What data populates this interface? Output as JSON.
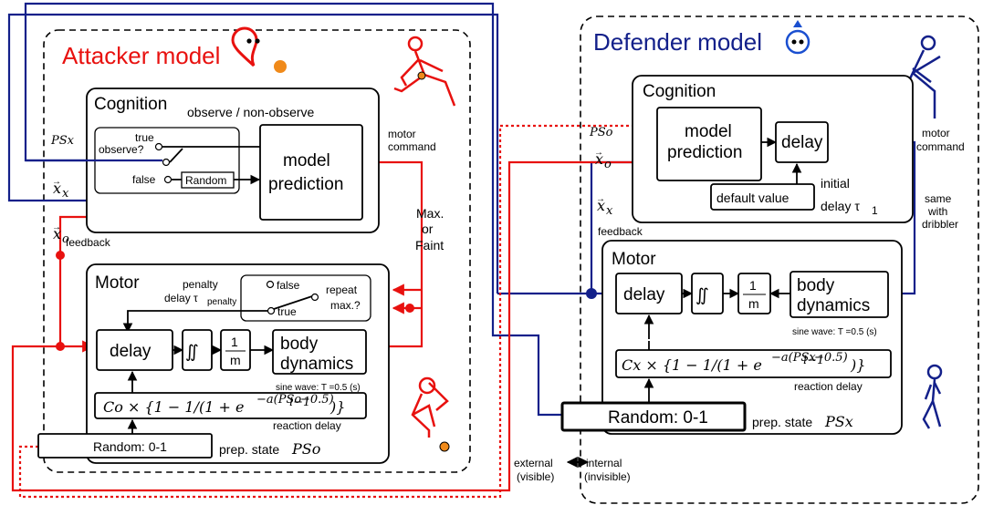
{
  "attacker": {
    "title": "Attacker model",
    "cognition_title": "Cognition",
    "observe_label": "observe / non-observe",
    "observe_q": "observe?",
    "true_label": "true",
    "false_label": "false",
    "random_label": "Random",
    "prediction_line1": "model",
    "prediction_line2": "prediction",
    "motor_command_1": "motor",
    "motor_command_2": "command",
    "feedback": "feedback",
    "max_or_faint_1": "Max.",
    "max_or_faint_2": "or",
    "max_or_faint_3": "Faint",
    "motor_title": "Motor",
    "penalty_1": "penalty",
    "penalty_2": "delay τ",
    "penalty_sub": "penalty",
    "repeat_1": "repeat",
    "repeat_2": "max.?",
    "delay": "delay",
    "integral": "∬",
    "one": "1",
    "m": "m",
    "body_1": "body",
    "body_2": "dynamics",
    "sine": "sine wave: T =0.5 (s)",
    "formula": "Co × {1 − 1/(1 + e^{−a(PSo_{i−1}−0.5)})}",
    "formula_main": "Co × {1 − 1/(1 + e",
    "formula_exp": "−a(PSo",
    "formula_exp_sub": "i−1",
    "formula_exp_end": "−0.5)",
    "formula_end": ")}",
    "reaction_delay": "reaction delay",
    "random_01": "Random: 0-1",
    "prep_state": "prep. state ",
    "prep_var": "PSo"
  },
  "defender": {
    "title": "Defender model",
    "cognition_title": "Cognition",
    "prediction_line1": "model",
    "prediction_line2": "prediction",
    "delay": "delay",
    "default_value": "default value",
    "initial_1": "initial",
    "initial_2": "delay τ",
    "initial_sub": "1",
    "motor_command_1": "motor",
    "motor_command_2": "command",
    "same_1": "same",
    "same_2": "with",
    "same_3": "dribbler",
    "feedback": "feedback",
    "motor_title": "Motor",
    "integral": "∬",
    "one": "1",
    "m": "m",
    "body_1": "body",
    "body_2": "dynamics",
    "sine": "sine wave: T =0.5 (s)",
    "formula": "Cx × {1 − 1/(1 + e^{−a(PSx_{i−1}−0.5)})}",
    "formula_main": "Cx × {1 − 1/(1 + e",
    "formula_exp": "−a(PSx",
    "formula_exp_sub": "i−1",
    "formula_exp_end": "−0.5)",
    "formula_end": ")}",
    "reaction_delay": "reaction delay",
    "random_01": "Random: 0-1",
    "prep_state": "prep. state ",
    "prep_var": "PSx"
  },
  "signals": {
    "psx": "PSx",
    "pso": "PSo",
    "xx": "x",
    "xx_sub": "x",
    "xo": "x",
    "xo_sub": "o",
    "arrow": "→"
  },
  "boundary": {
    "external_1": "external",
    "external_2": "(visible)",
    "internal_1": "internal",
    "internal_2": "(invisible)"
  },
  "colors": {
    "attacker": "#e8110f",
    "defender": "#13208a",
    "ball": "#f08a1a"
  },
  "icons": [
    "location-pin-icon",
    "ball-icon",
    "stick-figure-icon",
    "face-icon"
  ]
}
